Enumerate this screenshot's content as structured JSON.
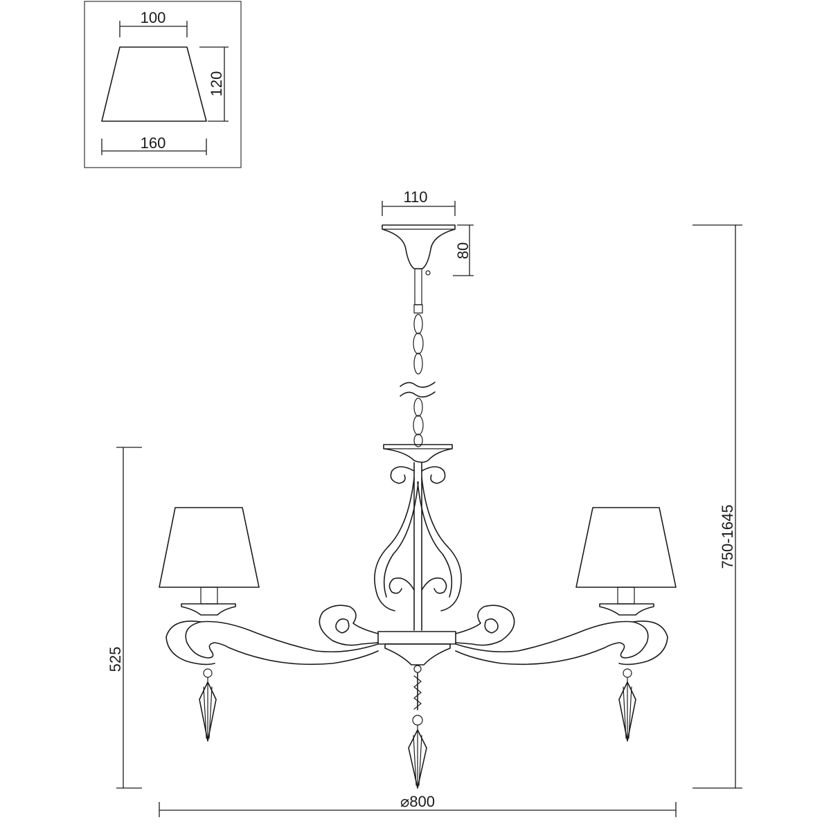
{
  "shade_detail": {
    "top_width": "100",
    "height": "120",
    "bottom_width": "160"
  },
  "canopy": {
    "width": "110",
    "height": "80"
  },
  "overall": {
    "height_range": "750-1645",
    "body_height": "525",
    "diameter": "⌀800"
  },
  "colors": {
    "line": "#1a1a1a",
    "background": "#ffffff"
  }
}
